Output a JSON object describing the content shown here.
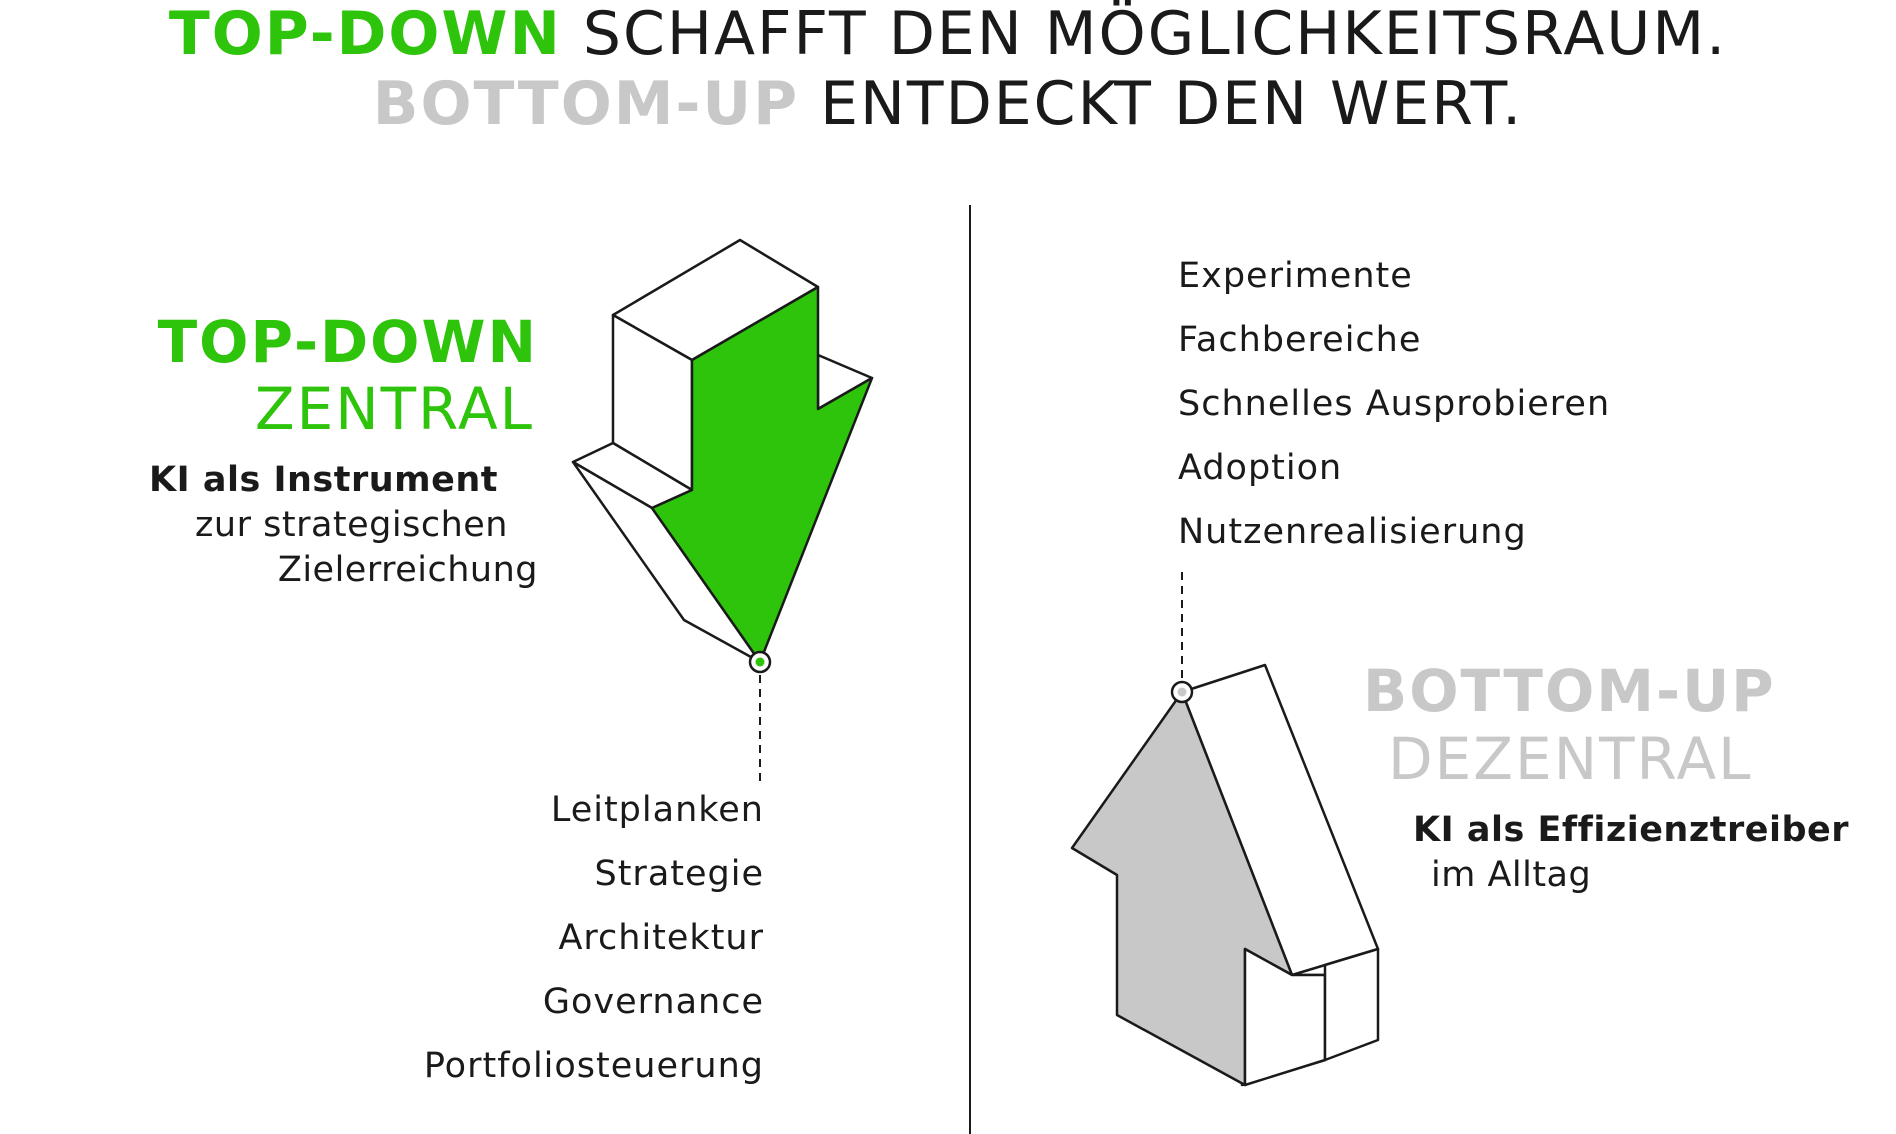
{
  "colors": {
    "topdown": "#2ec40b",
    "bottomup": "#c8c8c8",
    "text": "#1a1a1a",
    "line": "#1a1a1a"
  },
  "headline": {
    "line1_strong": "TOP-DOWN",
    "line1_rest": " SCHAFFT DEN MÖGLICHKEITSRAUM.",
    "line2_strong": "BOTTOM-UP",
    "line2_rest": " ENTDECKT DEN WERT."
  },
  "topdown": {
    "title": "TOP-DOWN",
    "subtitle": "ZENTRAL",
    "desc_bold": "KI als Instrument",
    "desc_line2": "zur strategischen",
    "desc_line3": "Zielerreichung",
    "items": [
      "Leitplanken",
      "Strategie",
      "Architektur",
      "Governance",
      "Portfoliosteuerung"
    ]
  },
  "bottomup": {
    "title": "BOTTOM-UP",
    "subtitle": "DEZENTRAL",
    "desc_bold": "KI als Effizienztreiber",
    "desc_line2": "im Alltag",
    "items": [
      "Experimente",
      "Fachbereiche",
      "Schnelles Ausprobieren",
      "Adoption",
      "Nutzenrealisierung"
    ]
  }
}
